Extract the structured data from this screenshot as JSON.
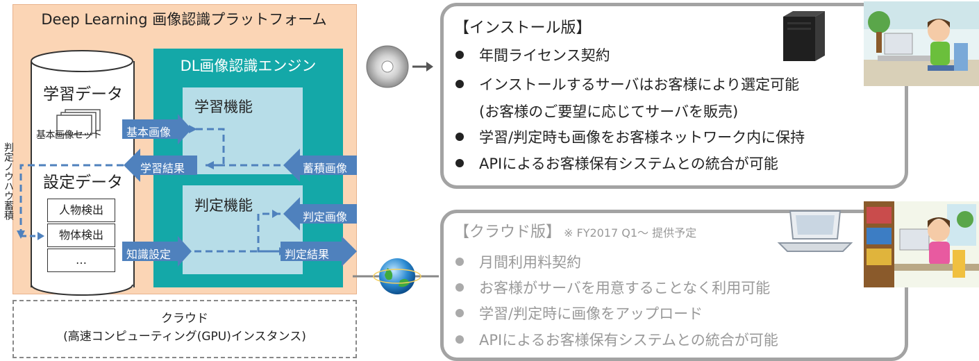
{
  "platform": {
    "title": "Deep Learning 画像認識プラットフォーム",
    "learning_data_label": "学習データ",
    "image_set_label": "基本画像セット",
    "setting_data_label": "設定データ",
    "settings": [
      "人物検出",
      "物体検出",
      "…"
    ],
    "vertical_label": "判定ノウハウ蓄積"
  },
  "engine": {
    "title": "DL画像認識エンジン",
    "learn_function": "学習機能",
    "judge_function": "判定機能",
    "arrows": {
      "basic_image": "基本画像",
      "learn_result": "学習結果",
      "stored_images": "蓄積画像",
      "judge_image": "判定画像",
      "knowledge_setting": "知識設定",
      "judge_result": "判定結果"
    }
  },
  "cloud": {
    "line1": "クラウド",
    "line2": "(高速コンピューティング(GPU)インスタンス)"
  },
  "install": {
    "title": "【インストール版】",
    "bullets": [
      "年間ライセンス契約",
      "インストールするサーバはお客様により選定可能",
      "学習/判定時も画像をお客様ネットワーク内に保持",
      "APIによるお客様保有システムとの統合が可能"
    ],
    "subline": "(お客様のご要望に応じてサーバを販売)"
  },
  "cloud_edition": {
    "title": "【クラウド版】",
    "note": "※ FY2017 Q1～ 提供予定",
    "bullets": [
      "月間利用料契約",
      "お客様がサーバを用意することなく利用可能",
      "学習/判定時に画像をアップロード",
      "APIによるお客様保有システムとの統合が可能"
    ]
  },
  "colors": {
    "platform_bg": "#fbd5b5",
    "engine_bg": "#14a8a8",
    "function_bg": "#b7dde8",
    "arrow_blue": "#4f81bd",
    "panel_border": "#a3a3a3"
  },
  "icons": [
    "disc-icon",
    "server-icon",
    "office-worker-icon",
    "globe-icon",
    "laptop-icon",
    "home-user-icon"
  ]
}
